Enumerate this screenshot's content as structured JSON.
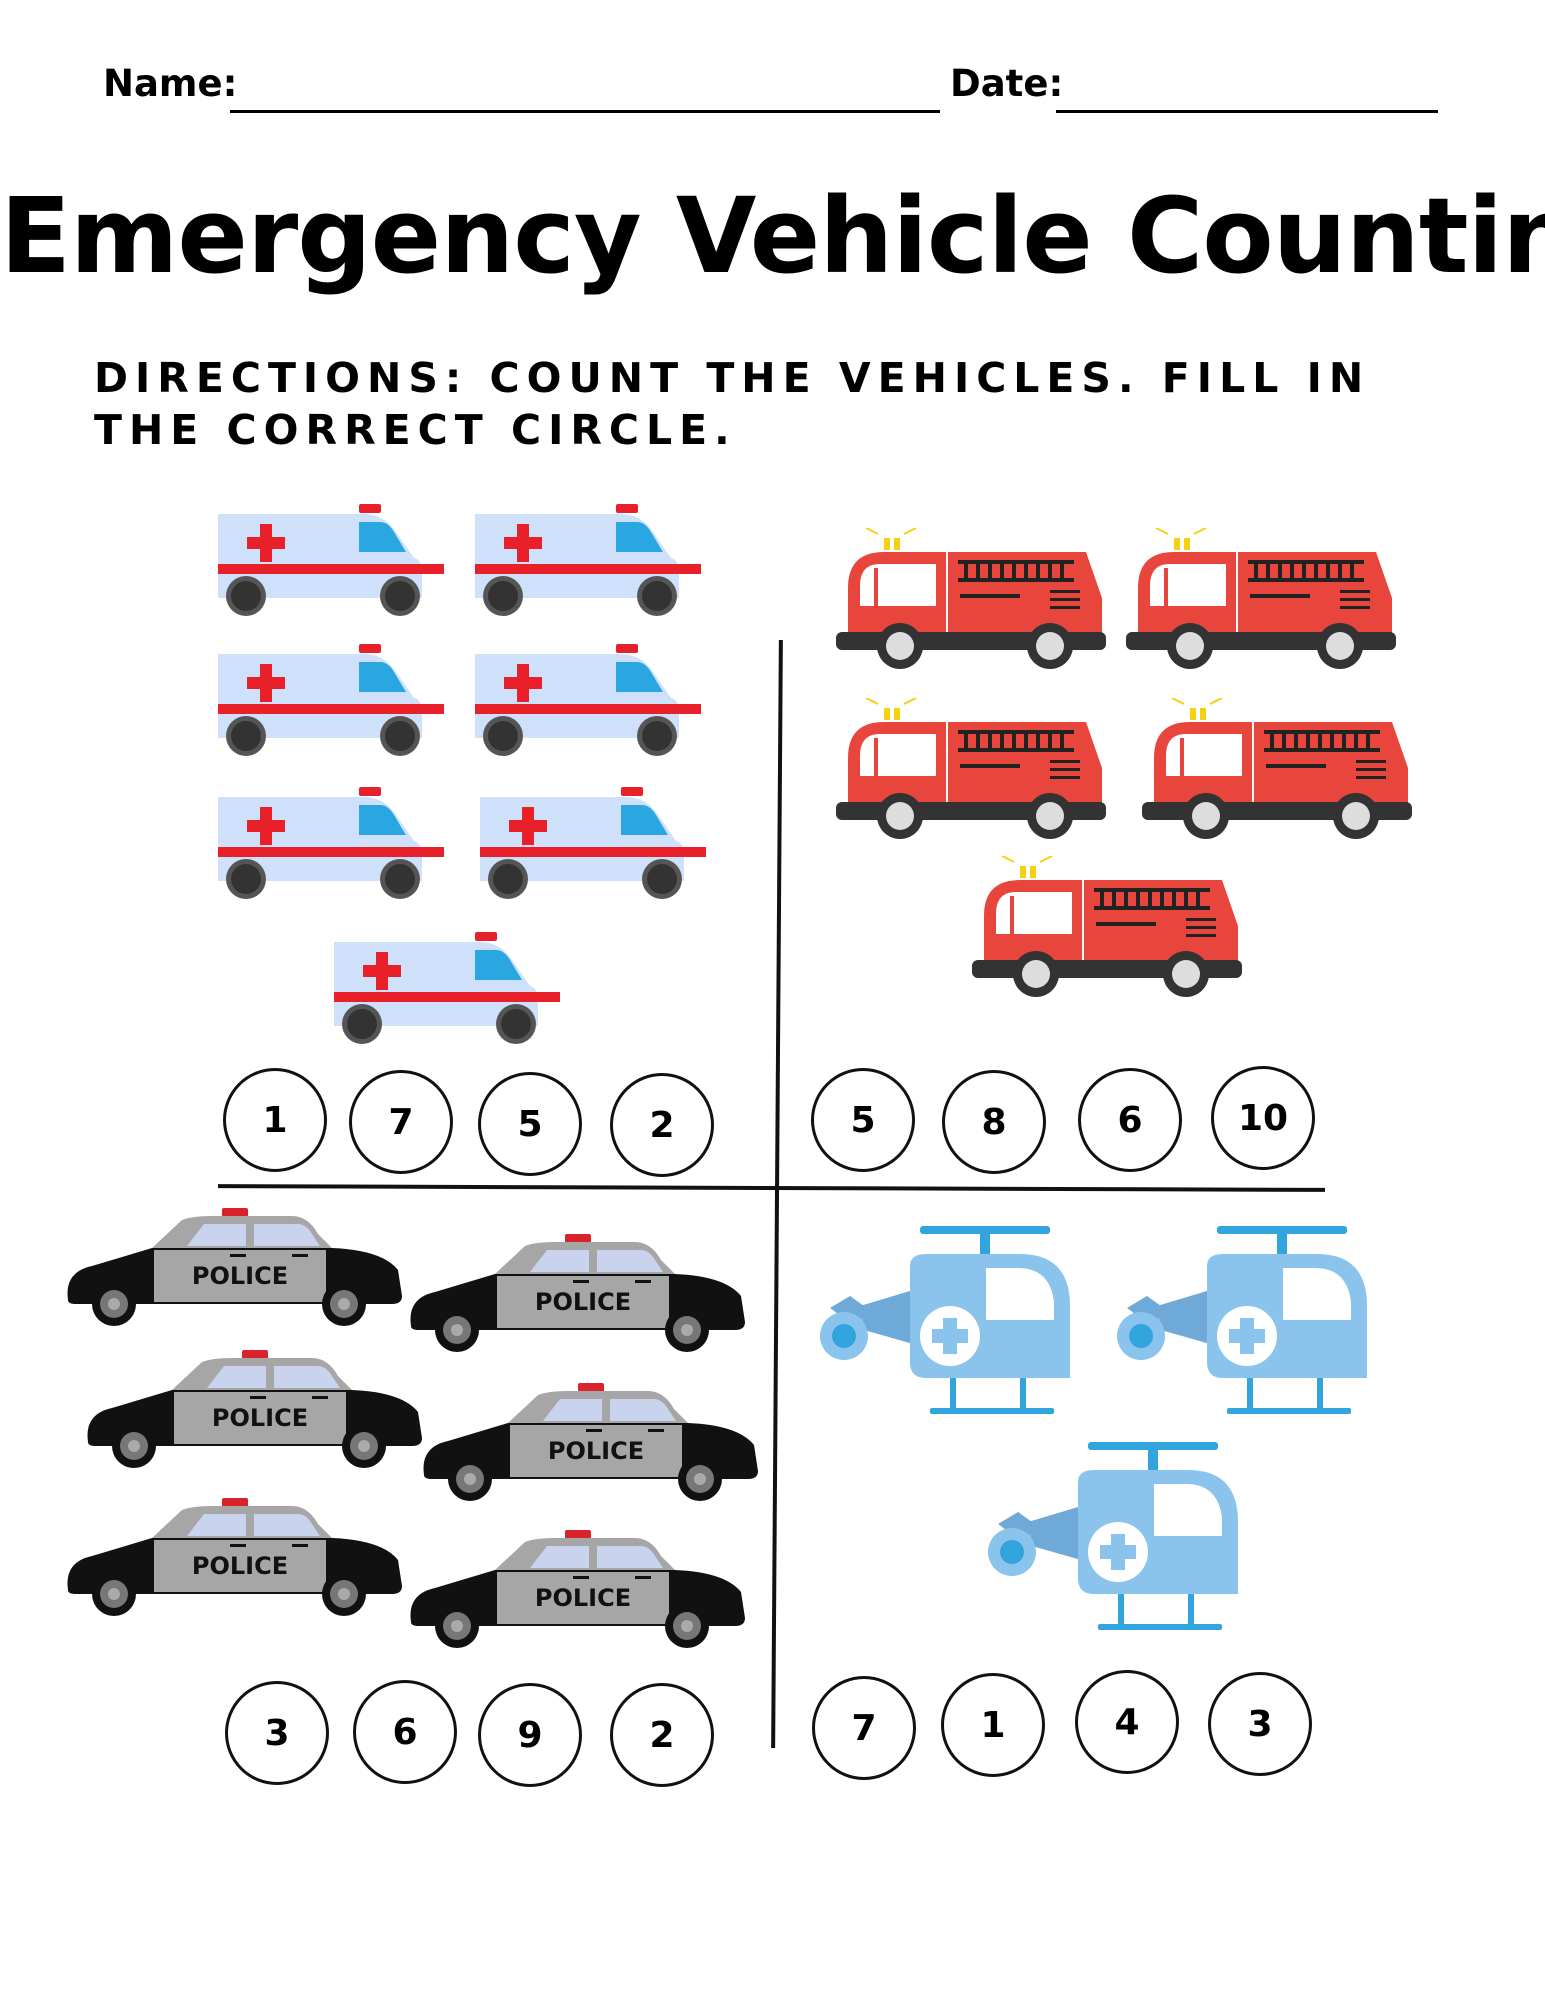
{
  "header": {
    "name_label": "Name:",
    "date_label": "Date:"
  },
  "title": "Emergency Vehicle Counting",
  "directions": "DIRECTIONS: COUNT THE VEHICLES. FILL IN THE CORRECT CIRCLE.",
  "quadrants": [
    {
      "vehicle": "ambulance-icon",
      "count_shown": 7,
      "choices": [
        "1",
        "7",
        "5",
        "2"
      ]
    },
    {
      "vehicle": "fire-truck-icon",
      "count_shown": 5,
      "choices": [
        "5",
        "8",
        "6",
        "10"
      ]
    },
    {
      "vehicle": "police-car-icon",
      "count_shown": 6,
      "choices": [
        "3",
        "6",
        "9",
        "2"
      ]
    },
    {
      "vehicle": "helicopter-icon",
      "count_shown": 3,
      "choices": [
        "7",
        "1",
        "4",
        "3"
      ]
    }
  ],
  "colors": {
    "ambulance_body": "#cfe0fb",
    "ambulance_stripe": "#e8202a",
    "fire_truck_red": "#e8453c",
    "police_black": "#111111",
    "police_gray": "#a6a6a6",
    "helicopter_blue": "#8ac4ec"
  },
  "police_label": "POLICE"
}
